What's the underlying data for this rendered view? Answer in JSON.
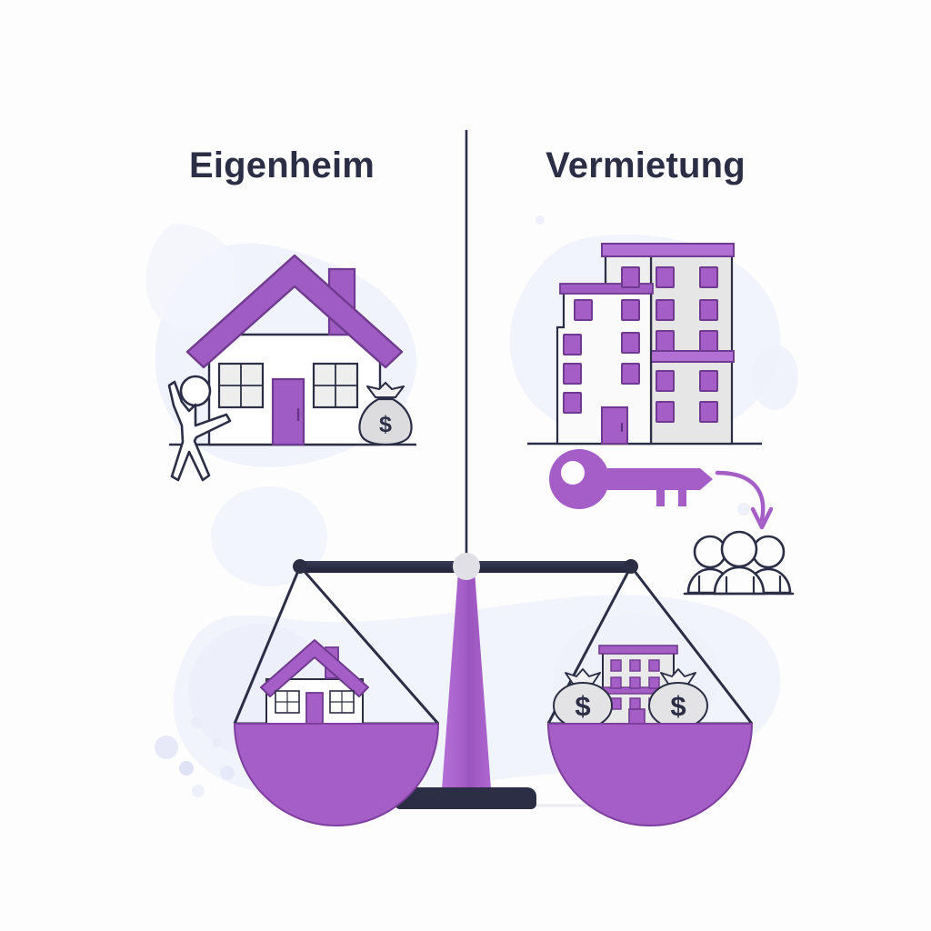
{
  "illustration": {
    "type": "comparison-infographic",
    "language": "de",
    "background_color": "#fdfdfe",
    "accent_purple": "#9f5dc4",
    "accent_purple_dark": "#7e3f9e",
    "ink_navy": "#2c2e45",
    "blob_lavender": "#eef0fa",
    "pan_purple": "#a45ec6",
    "bag_gray": "#e3e3e6"
  },
  "headings": {
    "left": "Eigenheim",
    "right": "Vermietung"
  },
  "divider": {
    "name": "vertical-divider",
    "color": "#2c2e45"
  },
  "left_panel": {
    "scene": "own-home",
    "elements": [
      {
        "name": "house-roof",
        "color": "#9f5dc4"
      },
      {
        "name": "house-chimney",
        "color": "#9f5dc4"
      },
      {
        "name": "house-body",
        "color": "#ffffff"
      },
      {
        "name": "house-window-left",
        "color": "#eeeeee"
      },
      {
        "name": "house-window-right",
        "color": "#eeeeee"
      },
      {
        "name": "house-door",
        "color": "#9f5dc4"
      },
      {
        "name": "person-waving",
        "color": "#ffffff"
      },
      {
        "name": "money-bag",
        "symbol": "$",
        "color": "#e3e3e6"
      },
      {
        "name": "ground-line",
        "color": "#2c2e45"
      }
    ]
  },
  "right_panel": {
    "scene": "rental-property",
    "elements": [
      {
        "name": "apartment-building-tall",
        "color": "#eeeeee"
      },
      {
        "name": "apartment-building-short",
        "color": "#f7f7f7"
      },
      {
        "name": "building-windows",
        "color": "#9f5dc4",
        "count": 20
      },
      {
        "name": "building-door",
        "color": "#9f5dc4"
      },
      {
        "name": "building-roof-band",
        "color": "#9f5dc4"
      },
      {
        "name": "key-icon",
        "color": "#a45ec6"
      },
      {
        "name": "curved-arrow",
        "color": "#9f5dc4"
      },
      {
        "name": "tenants-group-icon",
        "count": 3,
        "color": "#2c2e45"
      },
      {
        "name": "ground-line",
        "color": "#2c2e45"
      }
    ]
  },
  "balance_scale": {
    "name": "balance-scale",
    "state": "balanced",
    "beam_color": "#2c2e45",
    "column_color": "#a45ec6",
    "base_color": "#2c2e45",
    "pivot_color": "#e0e0e6",
    "left_pan": {
      "name": "scale-pan-left",
      "contents": [
        "small-house"
      ],
      "color": "#a45ec6"
    },
    "right_pan": {
      "name": "scale-pan-right",
      "contents": [
        "small-apartment-building",
        "money-bag",
        "money-bag"
      ],
      "money_symbol": "$",
      "color": "#a45ec6"
    }
  },
  "decorations": {
    "blobs": [
      "left-upper-blob",
      "left-lower-blob",
      "right-upper-blob",
      "center-wide-blob"
    ],
    "bubbles": 6,
    "bubble_color": "#dfe2f5"
  }
}
